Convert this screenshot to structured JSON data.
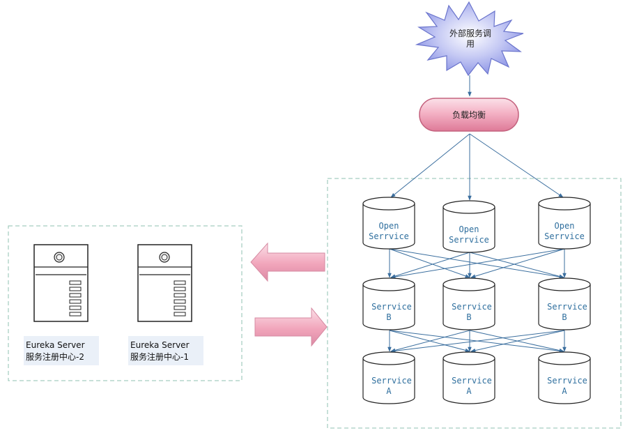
{
  "external_call": {
    "line1": "外部服务调",
    "line2": "用"
  },
  "load_balancer": {
    "label": "负载均衡"
  },
  "services": {
    "open": {
      "line1": "Open",
      "line2": "Serrvice"
    },
    "b": {
      "line1": "Serrvice",
      "line2": "B"
    },
    "a": {
      "line1": "Serrvice",
      "line2": "A"
    }
  },
  "eureka_servers": [
    {
      "line1": "Eureka Server",
      "line2": "服务注册中心-2"
    },
    {
      "line1": "Eureka Server",
      "line2": "服务注册中心-1"
    }
  ],
  "colors": {
    "edge": "#3a6e9e",
    "dashed_border": "#8fc2b0",
    "star_fill": "#9ba2ea",
    "star_stroke": "#6a74cc",
    "balancer_fill": "#f0a2b8",
    "balancer_stroke": "#c4627e",
    "arrow_fill": "#f0a2b8",
    "service_text": "#2f6f9e",
    "label_bg": "#eaf0f8"
  },
  "icons": [
    "server-icon",
    "left-arrow-icon",
    "right-arrow-icon",
    "starburst-icon"
  ]
}
